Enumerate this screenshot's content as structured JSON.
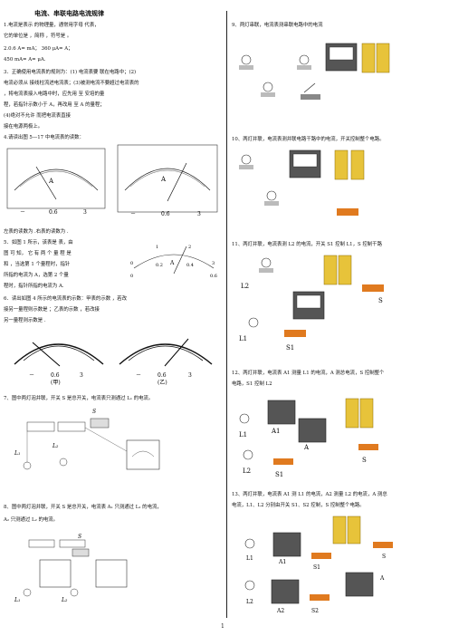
{
  "title": "电流、串联电路电流规律",
  "left": {
    "q1a": "1.电流是表示               的物理量，通常用字母           代表，",
    "q1b": "它的单位是        ，简称        ，符号是          。",
    "q2a": "2.0.6 A=          mA；    360 μA=              A；",
    "q2b": "450 mA=             A=               μA.",
    "q3a": "3．正确使用电流表的规则为：(1) 电流表要          联在电路中；(2)",
    "q3b": "电流必须从          接线柱流进电流表；(3)被测电流不要超过电流表的",
    "q3c": "        ，将电流表接入电路中时，应先用        至        安培的量",
    "q3d": "程，若指针示数小于        A，再改用        至        A 的量程；",
    "q3e": "(4)绝对不允许                                        而把电流表直接",
    "q3f": "接在电源两极上。",
    "q4": "4.请读出图 5—17 中电流表的读数：",
    "q4ans": "左表的读数为              .右表的读数为              .",
    "q5a": "5．如图 1 所示，该表是          表，由",
    "q5b": "图  可  知，  它  有  两  个  量  程  是",
    "q5c": "和        ，当选第 1 个量程时，指针",
    "q5d": "所指的电流为          A，选第 2 个量",
    "q5e": "程时，指针所指的电流为           A.",
    "q6a": "6．读出如图 4 所示的电流表的示数：甲表的示数              ，若改",
    "q6b": "接另一量程则示数是              ；乙表的示数              ，若改接",
    "q6c": "另一量程则示数是            .",
    "q7": "7、图中两灯泡并联，开关 S 是总开关，电流表只测通过 L₁ 的电流。",
    "q8a": "8、图中两灯泡并联，开关 S 是总开关，电流表 A₁ 只测通过 L₂ 的电流，",
    "q8b": "A₂ 只测通过 L₂ 的电流。"
  },
  "right": {
    "q9": "9、两灯串联，电流表测串联电路中的电流",
    "q10": "10、两灯并联，电流表测并联电路干路中的电流，开关控制整个电路。",
    "q11": "11、两灯并联，电流表测 L2 的电流，开关 S1 控制 L1，S 控制干路",
    "q12a": "12、两灯并联，电流表 A1 测量 L1 的电流，A 测总电流，S 控制整个",
    "q12b": "电路，S1 控制 L2",
    "q13a": "13、两灯并联，电流表 A1 测 L1 的电流，A2 测量 L2 的电流，A 测总",
    "q13b": "电流，L1、L2 分别由开关 S1、S2 控制，S 控制整个电路。"
  },
  "labels": {
    "A": "A",
    "zero": "0",
    "one": "1",
    "two": "2",
    "three": "3",
    "p2": "0.2",
    "p4": "0.4",
    "p6": "0.6",
    "neg": "－",
    "r06": "0.6",
    "r3": "3",
    "jia": "(甲)",
    "yi": "(乙)",
    "S": "S",
    "L1": "L₁",
    "L2": "L₂",
    "L2b": "L2",
    "L1b": "L1",
    "S1": "S1",
    "A1": "A1",
    "S2": "S2",
    "A2": "A2"
  },
  "page_number": "1"
}
